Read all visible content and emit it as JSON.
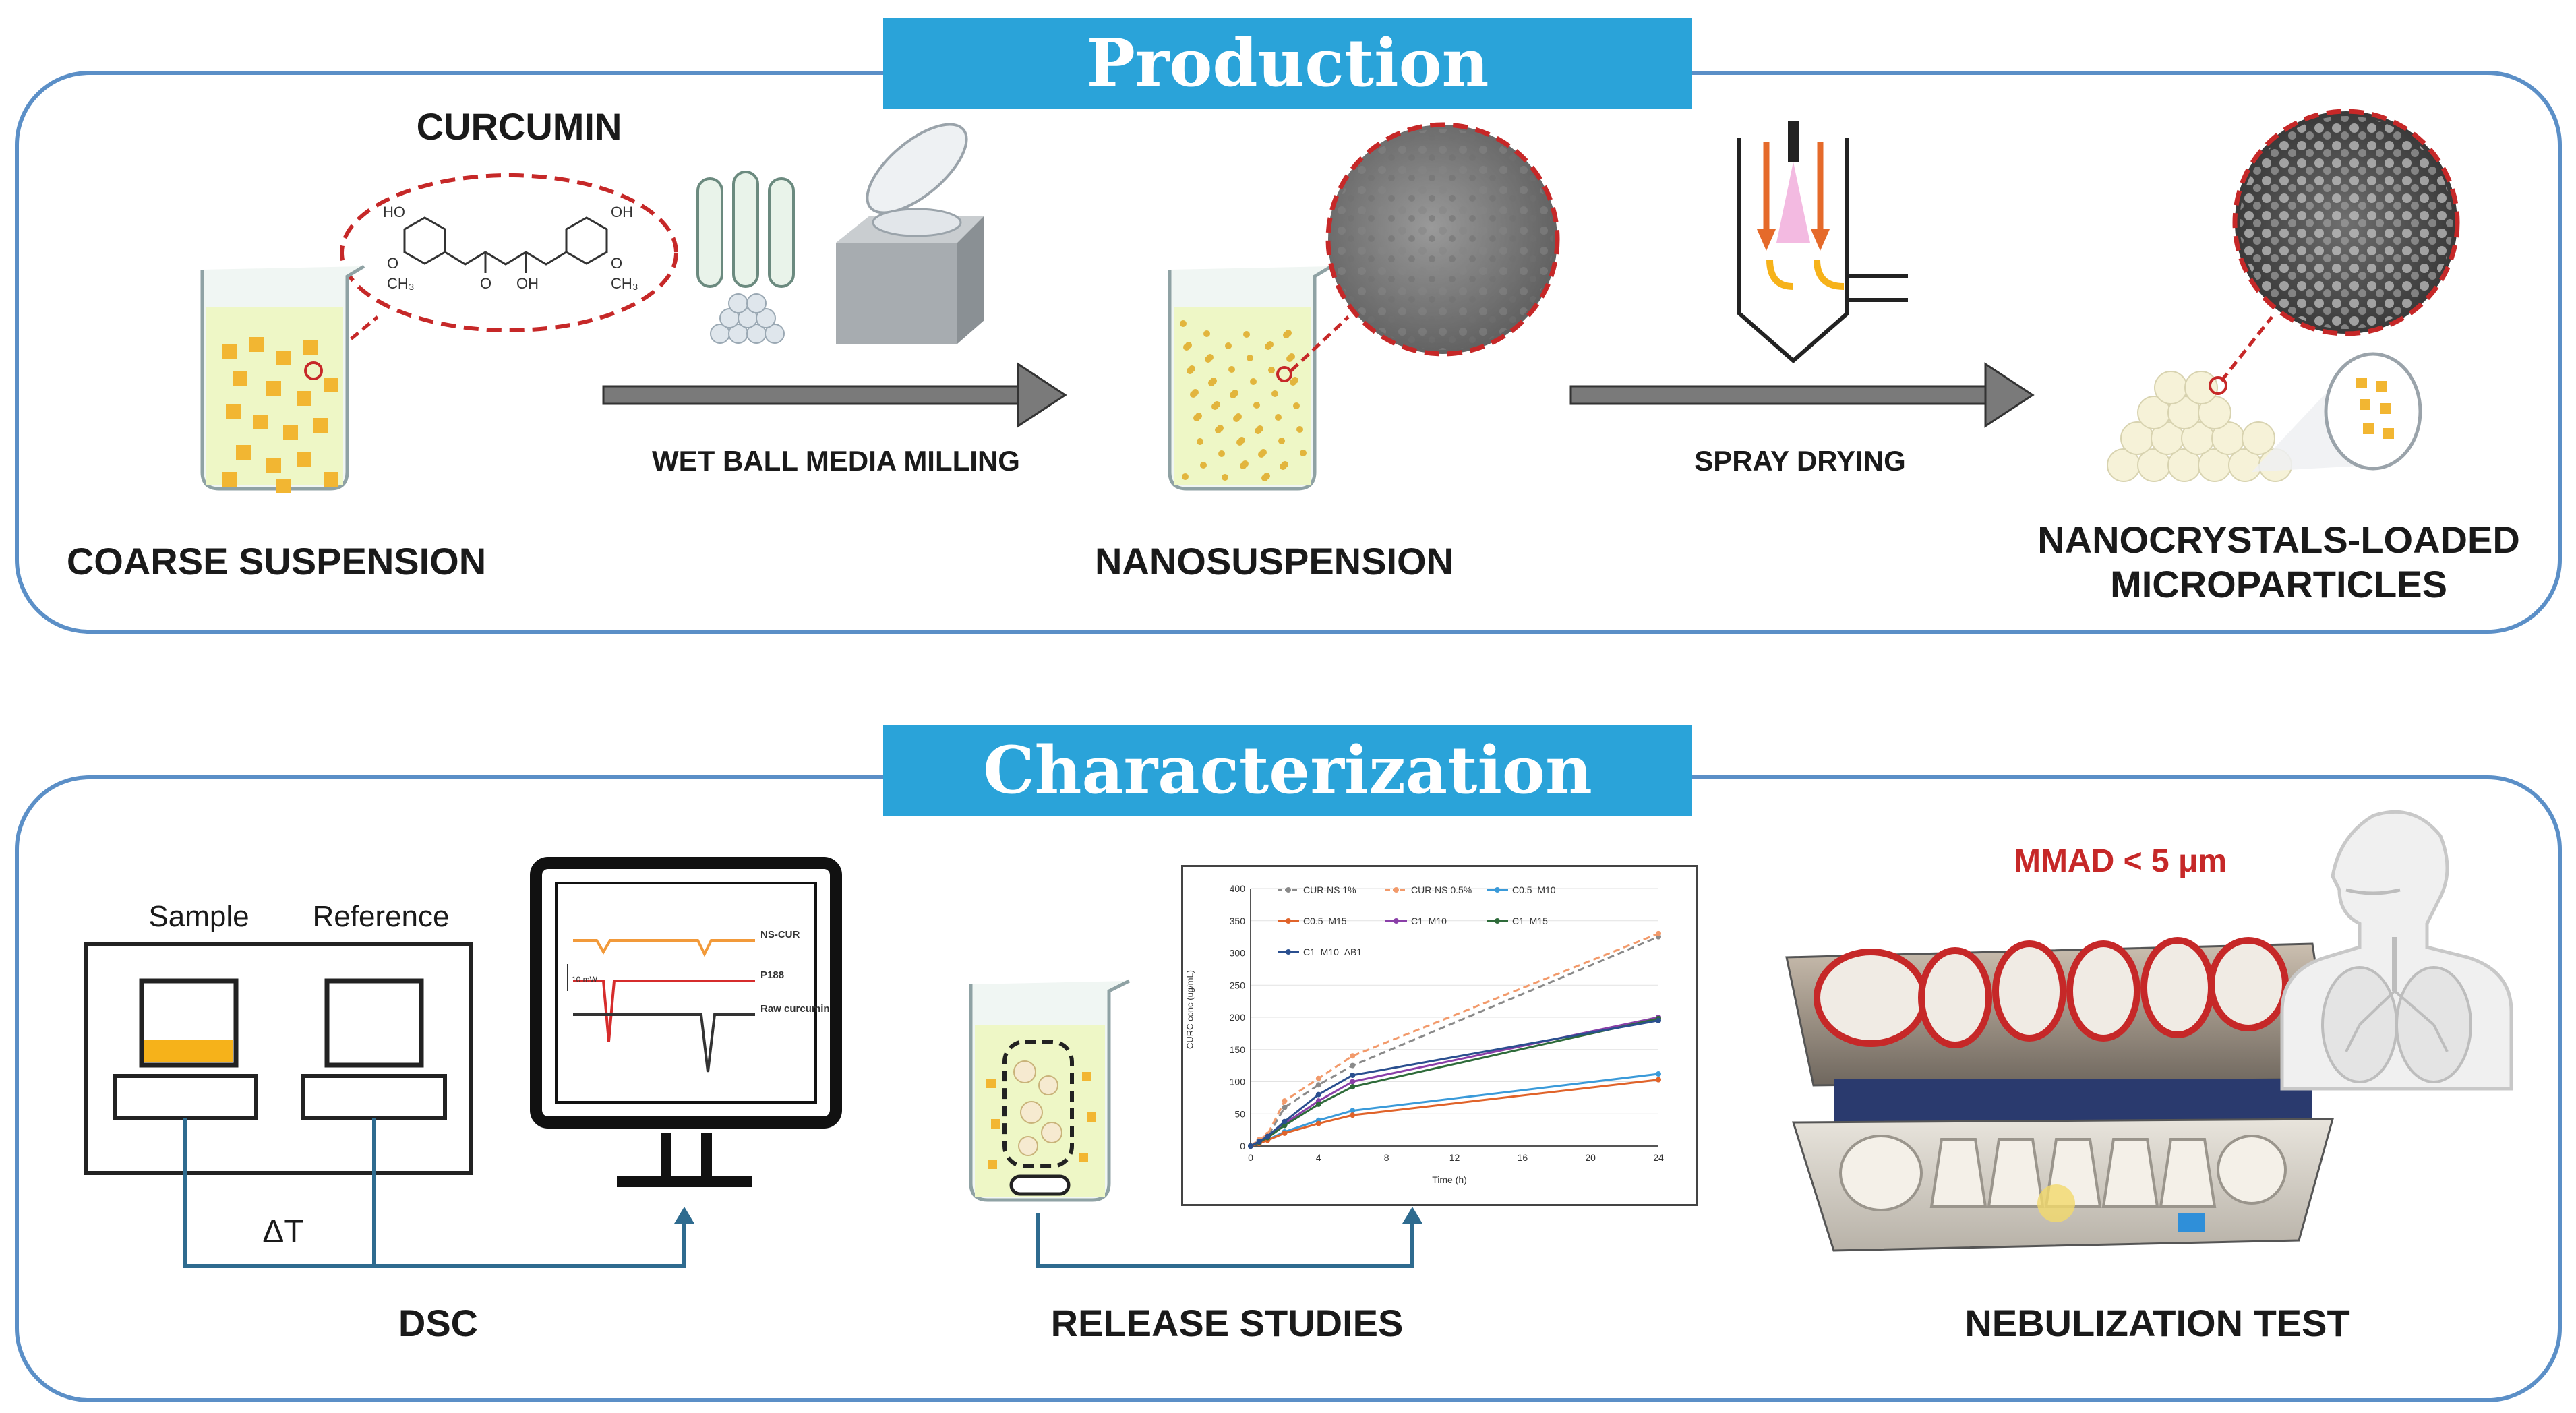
{
  "production": {
    "banner": "Production",
    "curcumin_label": "CURCUMIN",
    "struct": {
      "ho1": "HO",
      "och3_1": "O",
      "ch3_1": "CH₃",
      "o_keto": "O",
      "oh_enol": "OH",
      "ho2": "OH",
      "och3_2": "O",
      "ch3_2": "CH₃"
    },
    "step1_label": "WET BALL MEDIA MILLING",
    "step2_label": "SPRAY DRYING",
    "coarse_label": "COARSE SUSPENSION",
    "nano_label": "NANOSUSPENSION",
    "micro_label_1": "NANOCRYSTALS-LOADED",
    "micro_label_2": "MICROPARTICLES"
  },
  "characterization": {
    "banner": "Characterization",
    "dsc": {
      "sample_label": "Sample",
      "reference_label": "Reference",
      "delta_label": "ΔT",
      "title": "DSC",
      "trace_labels": [
        "NS-CUR",
        "P188",
        "Raw curcumin"
      ],
      "scale_label": "10 mW"
    },
    "release": {
      "title": "RELEASE STUDIES",
      "chart_ylabel": "CURC conc (ug/mL)",
      "chart_xlabel": "Time (h)"
    },
    "nebulization": {
      "title": "NEBULIZATION TEST",
      "mmad": "MMAD < 5 μm"
    }
  },
  "chart_data": {
    "type": "line",
    "x": [
      0,
      0.5,
      1,
      2,
      4,
      6,
      24
    ],
    "xlabel": "Time (h)",
    "ylabel": "CURC conc (ug/mL)",
    "xticks": [
      0,
      4,
      8,
      12,
      16,
      20,
      24
    ],
    "yticks": [
      0,
      50,
      100,
      150,
      200,
      250,
      300,
      350,
      400
    ],
    "xlim": [
      0,
      24
    ],
    "ylim": [
      0,
      400
    ],
    "legend": "top-left",
    "series": [
      {
        "name": "CUR-NS 1%",
        "color": "#8a8a8a",
        "dashed": true,
        "values": [
          0,
          8,
          15,
          60,
          95,
          125,
          325
        ]
      },
      {
        "name": "CUR-NS 0.5%",
        "color": "#f29a6b",
        "dashed": true,
        "values": [
          0,
          10,
          18,
          70,
          105,
          140,
          330
        ]
      },
      {
        "name": "C0.5_M10",
        "color": "#3a9ad9",
        "dashed": false,
        "values": [
          0,
          5,
          10,
          22,
          40,
          55,
          112
        ]
      },
      {
        "name": "C0.5_M15",
        "color": "#e0632a",
        "dashed": false,
        "values": [
          0,
          4,
          9,
          20,
          35,
          48,
          103
        ]
      },
      {
        "name": "C1_M10",
        "color": "#8a3fa8",
        "dashed": false,
        "values": [
          0,
          6,
          14,
          35,
          70,
          100,
          200
        ]
      },
      {
        "name": "C1_M15",
        "color": "#2e6b3a",
        "dashed": false,
        "values": [
          0,
          6,
          13,
          32,
          65,
          92,
          198
        ]
      },
      {
        "name": "C1_M10_AB1",
        "color": "#2a4f8f",
        "dashed": false,
        "values": [
          0,
          7,
          15,
          38,
          80,
          110,
          195
        ]
      }
    ]
  }
}
